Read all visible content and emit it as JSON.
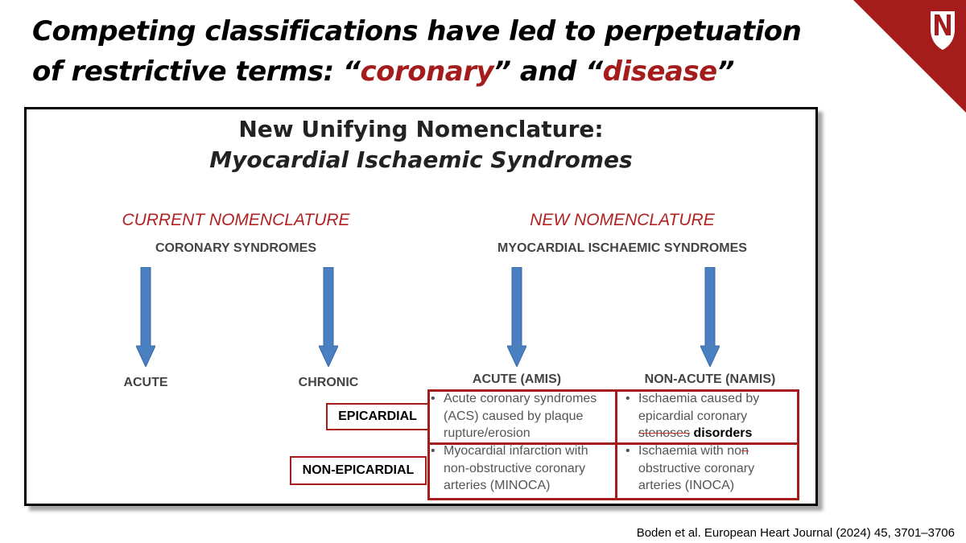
{
  "slide": {
    "title_line1": "Competing classifications have led to perpetuation",
    "title_line2_pre": "of restrictive terms: “",
    "title_word1": "coronary",
    "title_mid": "” and “",
    "title_word2": "disease",
    "title_end": "”",
    "accent_color": "#a51c1c",
    "citation": "Boden et al. European Heart Journal (2024) 45, 3701–3706"
  },
  "logo": {
    "icon": "university-n-shield-icon"
  },
  "diagram": {
    "title": "New Unifying Nomenclature:",
    "subtitle": "Myocardial Ischaemic Syndromes",
    "current": {
      "heading": "CURRENT NOMENCLATURE",
      "subheading": "CORONARY SYNDROMES",
      "branches": [
        "ACUTE",
        "CHRONIC"
      ]
    },
    "new": {
      "heading": "NEW  NOMENCLATURE",
      "subheading": "MYOCARDIAL ISCHAEMIC SYNDROMES",
      "branches": [
        "ACUTE (AMIS)",
        "NON-ACUTE (NAMIS)"
      ]
    },
    "row_labels": [
      "EPICARDIAL",
      "NON-EPICARDIAL"
    ],
    "cells": {
      "epi_acute": [
        "Acute coronary syndromes",
        "(ACS) caused by plaque",
        "rupture/erosion"
      ],
      "epi_nonacute": [
        "Ischaemia caused by",
        "epicardial coronary"
      ],
      "epi_nonacute_struck": "stenoses",
      "epi_nonacute_replacement": "disorders",
      "nonepi_acute": [
        "Myocardial infarction with",
        "non-obstructive coronary",
        "arteries (MINOCA)"
      ],
      "nonepi_nonacute_pre": "Ischaemia with no",
      "nonepi_nonacute_struck": "n",
      "nonepi_nonacute_rest": [
        "obstructive coronary",
        "arteries (INOCA)"
      ],
      "bullet": "•",
      "arrow_color": "#4a7fc1",
      "box_color": "#a51c1c"
    }
  }
}
